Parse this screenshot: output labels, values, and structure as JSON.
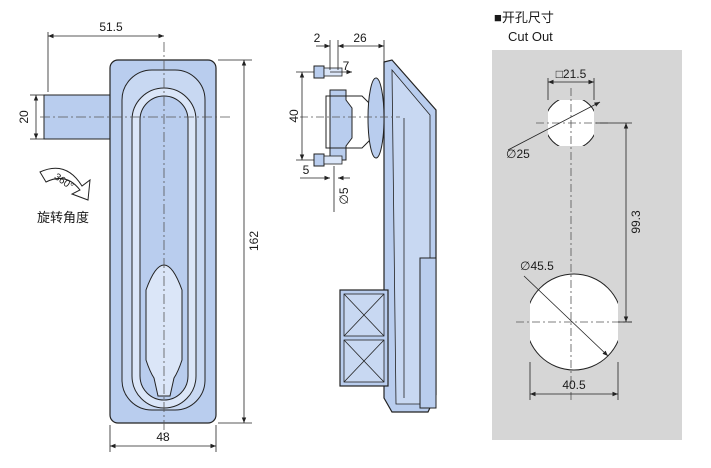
{
  "front_view": {
    "width_top": "51.5",
    "handle_height": "20",
    "total_height": "162",
    "width_bottom": "48",
    "rotation_badge": "360°",
    "rotation_label": "旋转角度"
  },
  "side_view": {
    "dim_2": "2",
    "dim_26": "26",
    "dim_7": "7",
    "dim_40": "40",
    "dim_5": "5",
    "dim_phi5": "∅5"
  },
  "cutout": {
    "title_cn": "■开孔尺寸",
    "title_en": "Cut Out",
    "square_label": "□21.5",
    "small_dia": "∅25",
    "big_dia": "∅45.5",
    "spacing": "99.3",
    "flat_width": "40.5"
  },
  "colors": {
    "body_fill": "#b9cdee",
    "body_light": "#dbe6f8",
    "cutout_bg": "#d6d6d6",
    "line": "#222222"
  }
}
